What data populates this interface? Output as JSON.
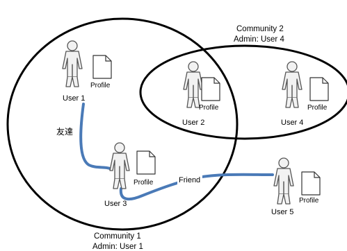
{
  "communities": [
    {
      "id": "c1",
      "name": "Community 1",
      "admin": "Admin: User 1"
    },
    {
      "id": "c2",
      "name": "Community 2",
      "admin": "Admin: User 4"
    }
  ],
  "users": [
    {
      "id": "u1",
      "label": "User  1",
      "profile_label": "Profile"
    },
    {
      "id": "u2",
      "label": "User  2",
      "profile_label": "Profile"
    },
    {
      "id": "u3",
      "label": "User  3",
      "profile_label": "Profile"
    },
    {
      "id": "u4",
      "label": "User  4",
      "profile_label": "Profile"
    },
    {
      "id": "u5",
      "label": "User  5",
      "profile_label": "Profile"
    }
  ],
  "links": [
    {
      "from": "u1",
      "to": "u3",
      "label": "友達"
    },
    {
      "from": "u3",
      "to": "u5",
      "label": "Friend"
    }
  ],
  "colors": {
    "outline": "#000000",
    "link": "#4a7ab7",
    "person_fill": "#f0f0f0",
    "person_stroke": "#555555"
  }
}
